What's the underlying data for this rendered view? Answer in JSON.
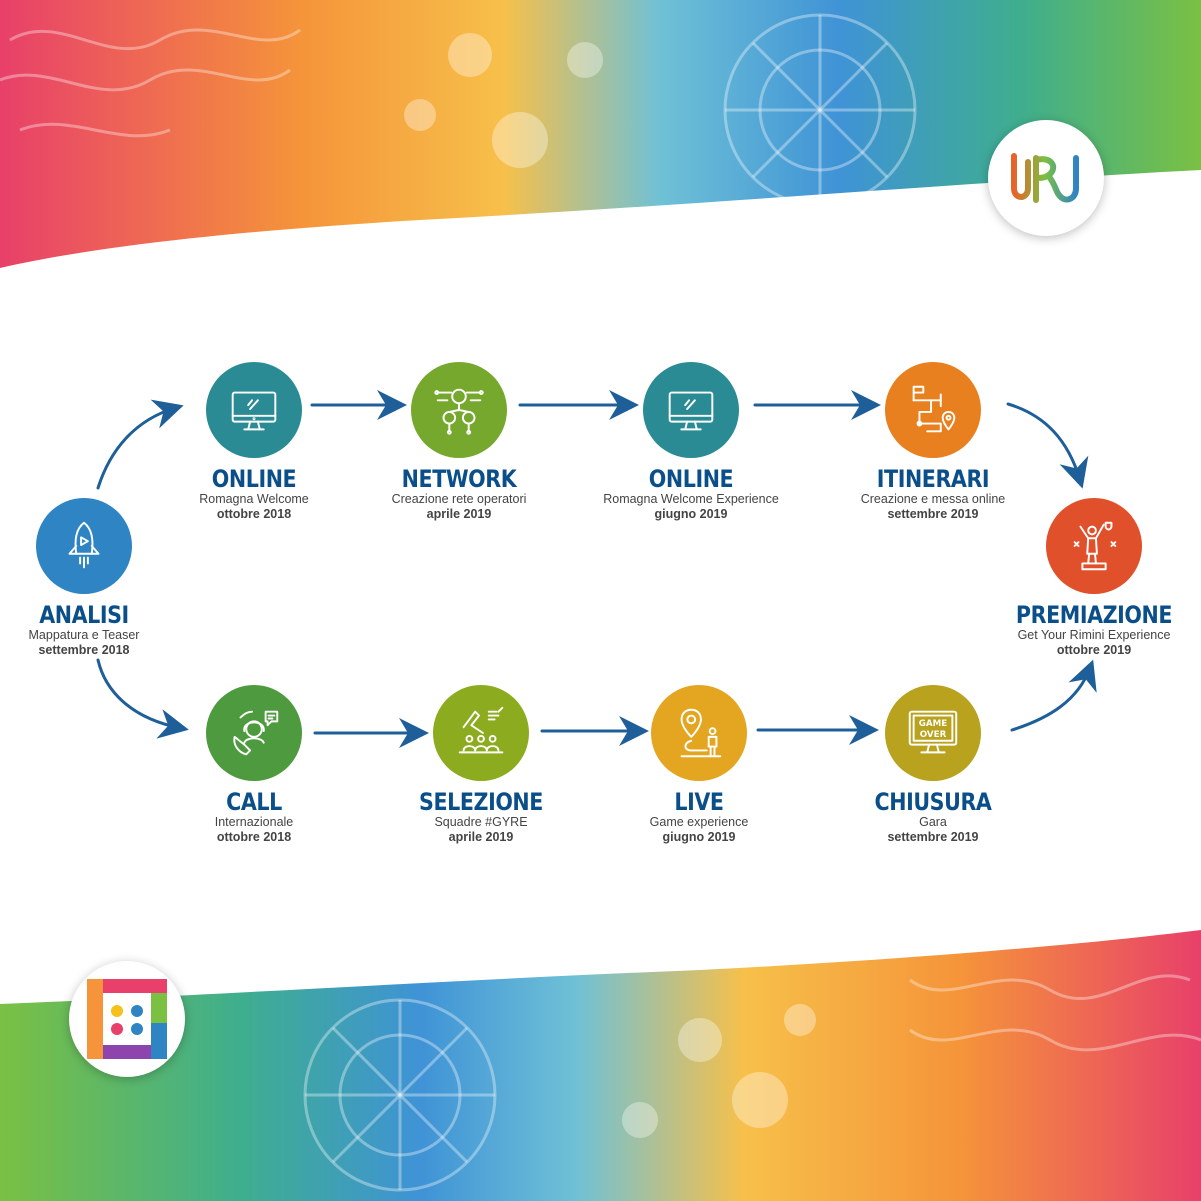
{
  "colors": {
    "title": "#0b4f8a",
    "arrow": "#1f5f99",
    "analisi": "#2f84c4",
    "online1": "#2a8b94",
    "network": "#75a82c",
    "online2": "#2a8b94",
    "itinerari": "#e8801f",
    "premiazione": "#e0502a",
    "call": "#4e9a3f",
    "selezione": "#8cab1e",
    "live": "#e4a521",
    "chiusura": "#b8a21e"
  },
  "steps": {
    "analisi": {
      "title": "ANALISI",
      "sub": "Mappatura e Teaser",
      "date": "settembre 2018",
      "icon": "rocket-icon"
    },
    "online1": {
      "title": "ONLINE",
      "sub": "Romagna Welcome",
      "date": "ottobre 2018",
      "icon": "monitor-icon"
    },
    "network": {
      "title": "NETWORK",
      "sub": "Creazione rete operatori",
      "date": "aprile 2019",
      "icon": "network-people-icon"
    },
    "online2": {
      "title": "ONLINE",
      "sub": "Romagna Welcome Experience",
      "date": "giugno 2019",
      "icon": "monitor-icon"
    },
    "itinerari": {
      "title": "ITINERARI",
      "sub": "Creazione e messa online",
      "date": "settembre 2019",
      "icon": "route-map-icon"
    },
    "premiazione": {
      "title": "PREMIAZIONE",
      "sub": "Get Your Rimini Experience",
      "date": "ottobre 2019",
      "icon": "winner-podium-icon"
    },
    "call": {
      "title": "CALL",
      "sub": "Internazionale",
      "date": "ottobre 2018",
      "icon": "call-center-icon"
    },
    "selezione": {
      "title": "SELEZIONE",
      "sub": "Squadre #GYRE",
      "date": "aprile 2019",
      "icon": "team-selection-icon"
    },
    "live": {
      "title": "LIVE",
      "sub": "Game experience",
      "date": "giugno 2019",
      "icon": "location-person-icon"
    },
    "chiusura": {
      "title": "CHIUSURA",
      "sub": "Gara",
      "date": "settembre 2019",
      "icon": "game-over-monitor-icon"
    }
  },
  "game_over_text": {
    "line1": "GAME",
    "line2": "OVER"
  }
}
